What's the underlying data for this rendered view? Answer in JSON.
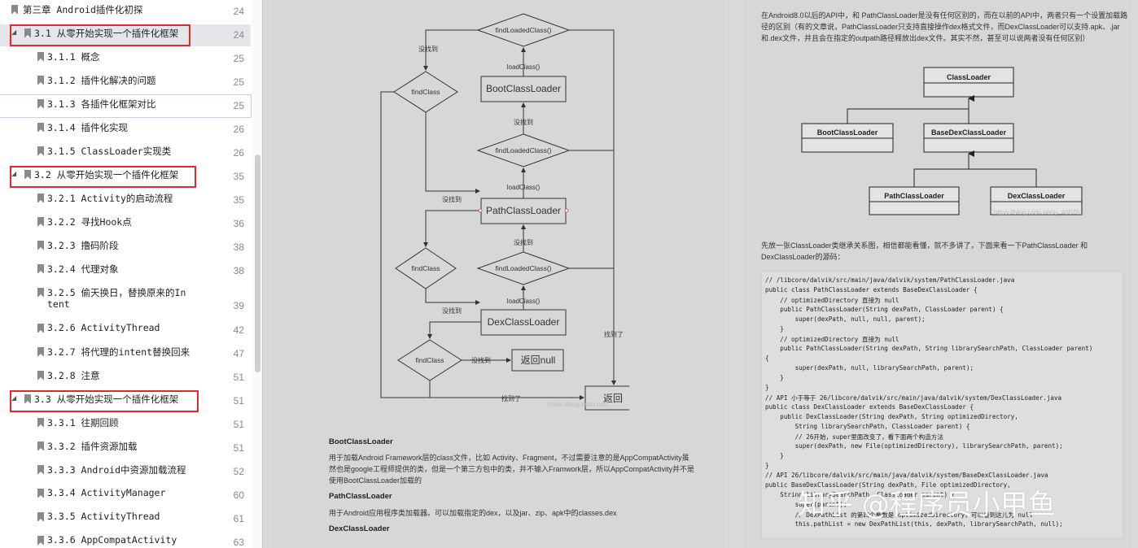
{
  "toc": {
    "items": [
      {
        "label": "第三章 Android插件化初探",
        "page": "24",
        "level": 0
      },
      {
        "label": "3.1 从零开始实现一个插件化框架",
        "page": "24",
        "level": 1,
        "selected": true,
        "boxed": true
      },
      {
        "label": "3.1.1 概念",
        "page": "25",
        "level": 2
      },
      {
        "label": "3.1.2 插件化解决的问题",
        "page": "25",
        "level": 2
      },
      {
        "label": "3.1.3 各插件化框架对比",
        "page": "25",
        "level": 2,
        "hover": true
      },
      {
        "label": "3.1.4 插件化实现",
        "page": "26",
        "level": 2
      },
      {
        "label": "3.1.5 ClassLoader实现类",
        "page": "26",
        "level": 2
      },
      {
        "label": "3.2 从零开始实现一个插件化框架",
        "page": "35",
        "level": 1,
        "boxed": true
      },
      {
        "label": "3.2.1 Activity的启动流程",
        "page": "35",
        "level": 2
      },
      {
        "label": "3.2.2 寻找Hook点",
        "page": "36",
        "level": 2
      },
      {
        "label": "3.2.3 撸码阶段",
        "page": "38",
        "level": 2
      },
      {
        "label": "3.2.4 代理对象",
        "page": "38",
        "level": 2
      },
      {
        "label": "3.2.5 偷天换日，替换原来的In",
        "label2": "tent",
        "page": "39",
        "level": 2,
        "tall": true
      },
      {
        "label": "3.2.6 ActivityThread",
        "page": "42",
        "level": 2
      },
      {
        "label": "3.2.7 将代理的intent替换回来",
        "page": "47",
        "level": 2
      },
      {
        "label": "3.2.8 注意",
        "page": "51",
        "level": 2
      },
      {
        "label": "3.3 从零开始实现一个插件化框架",
        "page": "51",
        "level": 1,
        "boxed": true
      },
      {
        "label": "3.3.1 往期回顾",
        "page": "51",
        "level": 2
      },
      {
        "label": "3.3.2 插件资源加载",
        "page": "51",
        "level": 2
      },
      {
        "label": "3.3.3 Android中资源加载流程",
        "page": "52",
        "level": 2
      },
      {
        "label": "3.3.4 ActivityManager",
        "page": "60",
        "level": 2
      },
      {
        "label": "3.3.5 ActivityThread",
        "page": "61",
        "level": 2
      },
      {
        "label": "3.3.6 AppCompatActivity",
        "page": "63",
        "level": 2
      }
    ]
  },
  "flow": {
    "find_loaded": "findLoadedClass()",
    "load_class": "loadClass()",
    "not_found": "没找到",
    "found": "找到了",
    "find_class": "findClass",
    "boot": "BootClassLoader",
    "path": "PathClassLoader",
    "dex": "DexClassLoader",
    "return_null": "返回null",
    "return": "返回",
    "blog_watermark": "https://blog.csdn.net/..."
  },
  "left_text": {
    "h1": "BootClassLoader",
    "p1a": "用于加载Android Framework层的class文件，比如 Activity、Fragment，不过需要注意的是AppCompatActivity虽",
    "p1b": "然也是google工程师提供的类，但是一个第三方包中的类，并不输入Framwork层，所以AppCompatActivity并不是",
    "p1c": "使用BootClassLoader加载的",
    "h2": "PathClassLoader",
    "p2": "用于Android应用程序类加载器。可以加载指定的dex，以及jar、zip、apk中的classes.dex",
    "h3": "DexClassLoader"
  },
  "right_text": {
    "p1a": "在Android8.0以后的API中，和 PathClassLoader是没有任何区别的，而在以前的API中，两者只有一个设置加载路",
    "p1b": "径的区别（有的文章说，PathClassLoader只支持直接操作dex格式文件，而DexClassLoader可以支持.apk、.jar",
    "p1c": "和.dex文件，并且会在指定的outpath路径释放出dex文件。其实不然，甚至可以说两者没有任何区别）",
    "p2a": "先放一张ClassLoader类继承关系图，相信都能看懂，就不多讲了，下面来看一下PathClassLoader 和",
    "p2b": "DexClassLoader的源码：",
    "uml": {
      "root": "ClassLoader",
      "boot": "BootClassLoader",
      "base": "BaseDexClassLoader",
      "path": "PathClassLoader",
      "dex": "DexClassLoader",
      "wm": "https://blog.csdn.net/u_40076..."
    }
  },
  "code_lines": [
    "// /libcore/dalvik/src/main/java/dalvik/system/PathClassLoader.java",
    "public class PathClassLoader extends BaseDexClassLoader {",
    "    // optimizedDirectory 直接为 null",
    "    public PathClassLoader(String dexPath, ClassLoader parent) {",
    "        super(dexPath, null, null, parent);",
    "    }",
    "    // optimizedDirectory 直接为 null",
    "    public PathClassLoader(String dexPath, String librarySearchPath, ClassLoader parent)",
    "{",
    "        super(dexPath, null, librarySearchPath, parent);",
    "    }",
    "}",
    "// API 小于等于 26/libcore/dalvik/src/main/java/dalvik/system/DexClassLoader.java",
    "public class DexClassLoader extends BaseDexClassLoader {",
    "    public DexClassLoader(String dexPath, String optimizedDirectory,",
    "        String librarySearchPath, ClassLoader parent) {",
    "        // 26开始，super里面改变了，看下面两个构造方法",
    "        super(dexPath, new File(optimizedDirectory), librarySearchPath, parent);",
    "    }",
    "}",
    "// API 26/libcore/dalvik/src/main/java/dalvik/system/BaseDexClassLoader.java",
    "public BaseDexClassLoader(String dexPath, File optimizedDirectory,",
    "    String librarySearchPath, ClassLoader parent) {",
    "        super(parent);",
    "        // DexPathList 的第四个参数是 optimizedDirectory，可以看到这儿为 null",
    "        this.pathList = new DexPathList(this, dexPath, librarySearchPath, null);"
  ],
  "watermark": "知乎 @程序员小甲鱼",
  "colors": {
    "highlight_box": "#e0282d",
    "doc_bg": "#d7d7d7"
  }
}
